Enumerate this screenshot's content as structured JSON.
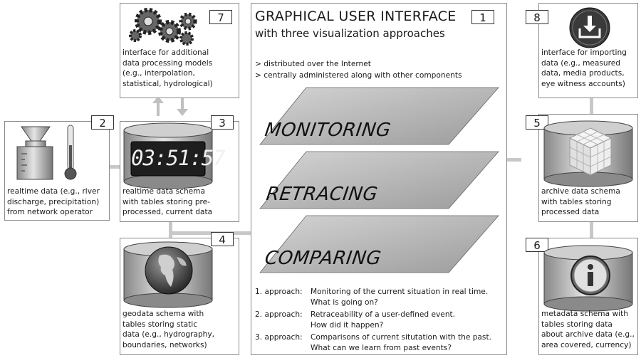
{
  "gui": {
    "number": "1",
    "title": "GRAPHICAL USER INTERFACE",
    "subtitle": "with three visualization approaches",
    "bullets": [
      "> distributed over the Internet",
      "> centrally administered along with other components"
    ],
    "planes": [
      "MONITORING",
      "RETRACING",
      "COMPARING"
    ],
    "approaches": [
      {
        "label": "1. approach:",
        "text": "Monitoring of the current situation in real time.",
        "text2": "What is going on?"
      },
      {
        "label": "2. approach:",
        "text": "Retraceability of a user-defined event.",
        "text2": "How did it happen?"
      },
      {
        "label": "3. approach:",
        "text": "Comparisons of current situtation with the past.",
        "text2": "What can we learn from past events?"
      }
    ]
  },
  "boxes": {
    "b2": {
      "number": "2",
      "lines": [
        "realtime data (e.g., river",
        "discharge, precipitation)",
        "from network operator"
      ]
    },
    "b3": {
      "number": "3",
      "clock": "03:51:57",
      "lines": [
        "realtime data schema",
        "with tables storing pre-",
        "processed, current data"
      ]
    },
    "b4": {
      "number": "4",
      "lines": [
        "geodata schema with",
        "tables storing static",
        "data (e.g., hydrography,",
        "boundaries, networks)"
      ]
    },
    "b5": {
      "number": "5",
      "lines": [
        "archive data schema",
        "with tables storing",
        "processed data"
      ]
    },
    "b6": {
      "number": "6",
      "lines": [
        "metadata schema with",
        "tables storing data",
        "about archive data (e.g.,",
        "area covered, currency)"
      ]
    },
    "b7": {
      "number": "7",
      "lines": [
        "interface for additional",
        "data processing models",
        "(e.g., interpolation,",
        "statistical, hydrological)"
      ]
    },
    "b8": {
      "number": "8",
      "lines": [
        "interface for importing",
        "data (e.g., measured",
        "data, media products,",
        "eye witness accounts)"
      ]
    }
  },
  "icons": {
    "gears": "gears-icon",
    "gauge": "rain-gauge-icon",
    "thermometer": "thermometer-icon",
    "globe": "globe-icon",
    "cube": "data-cube-icon",
    "info": "info-icon",
    "import": "import-icon"
  }
}
